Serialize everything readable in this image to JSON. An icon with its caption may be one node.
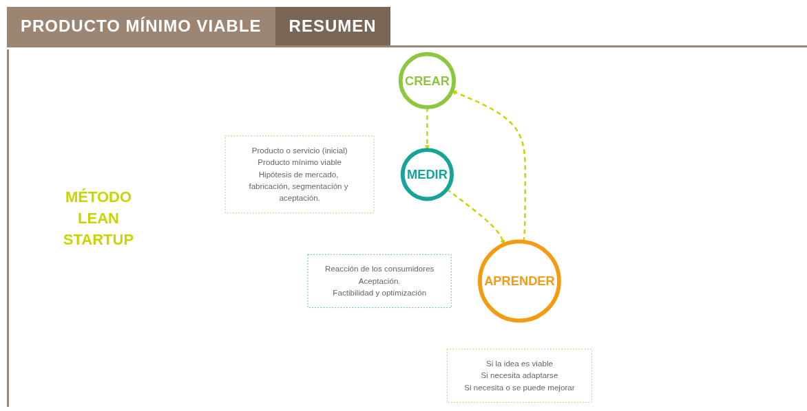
{
  "diagram": {
    "title": "PRODUCTO MÍNIMO VIABLE",
    "nodes": [
      {
        "text": [
          "CREAR"
        ],
        "beside": [
          "Producto o servicio (inicial)",
          "Producto mínimo viable",
          "Hipótesis de mercado, fabricación, segmentación y aceptación."
        ]
      },
      {
        "text": [
          "MEDIR"
        ],
        "beside": [
          "Reacción de los consumidores",
          "Aceptación.",
          "Factibilidad y optimización"
        ]
      },
      {
        "text": [
          "APRENDER"
        ],
        "beside": [
          "Si la idea es viable",
          "Si necesita adaptarse",
          "Si necesita o se puede mejorar"
        ]
      }
    ],
    "edges": [
      {
        "from": 0,
        "to": 1,
        "arrow": "to",
        "style": "dashed"
      },
      {
        "from": 1,
        "to": 2,
        "arrow": "to",
        "style": "dashed"
      },
      {
        "from": 2,
        "to": 0,
        "arrow": "to",
        "style": "dashed"
      }
    ],
    "labels": [
      "RESUMEN",
      "MÉTODO LEAN STARTUP"
    ]
  }
}
